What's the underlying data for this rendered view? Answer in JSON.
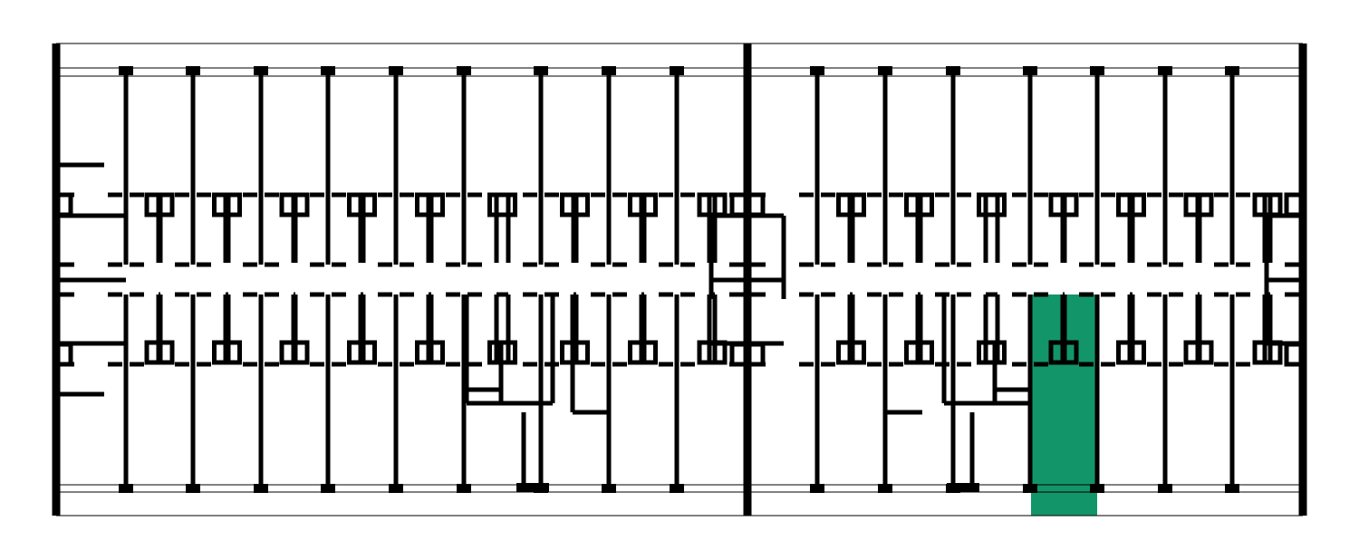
{
  "plan": {
    "colors": {
      "background": "#ffffff",
      "wall": "#000000",
      "highlight": "#13956a"
    },
    "total_units_per_row": 18,
    "highlighted_unit": {
      "row": "lower",
      "index": 15,
      "state": "selected"
    }
  }
}
